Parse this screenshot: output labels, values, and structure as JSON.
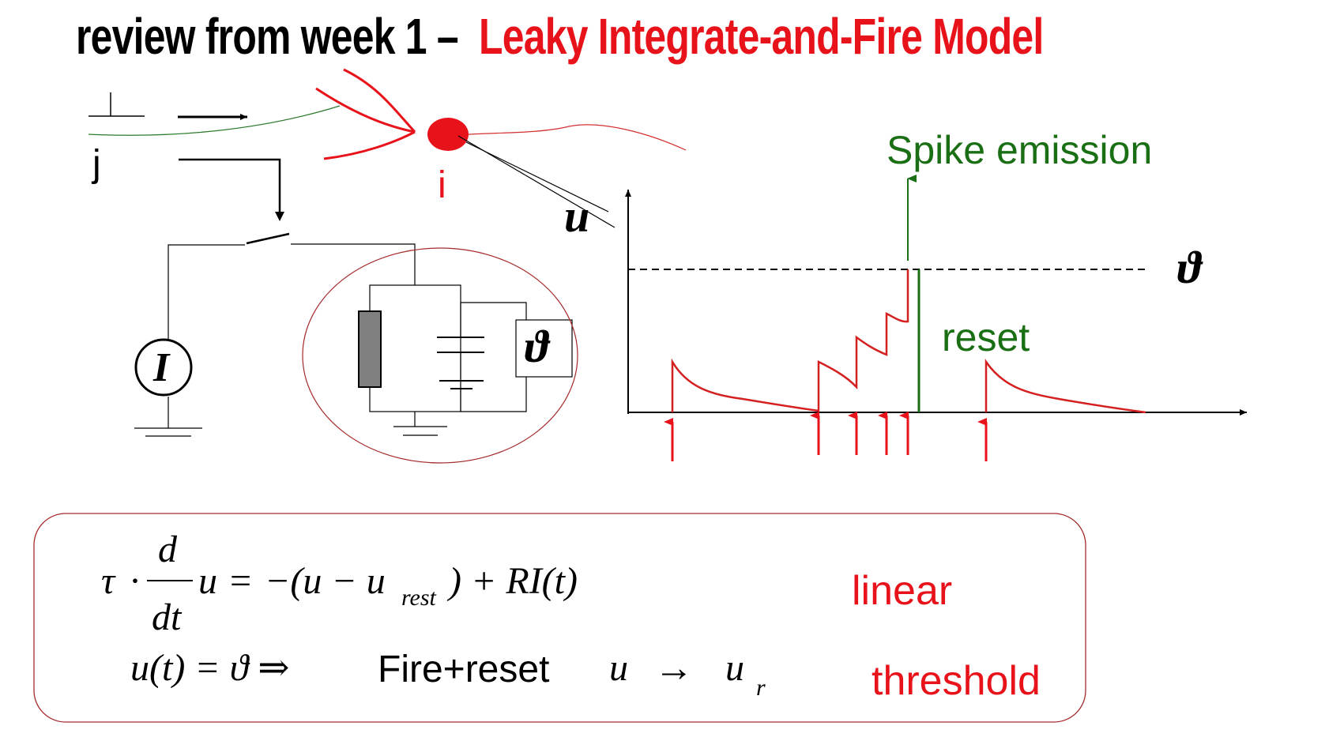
{
  "title": {
    "part1": "review from week 1 –",
    "part2": "Leaky Integrate-and-Fire Model"
  },
  "labels": {
    "presynaptic": "j",
    "postsynaptic": "i",
    "voltage": "u",
    "current_source": "I",
    "threshold_box": "ϑ",
    "threshold_axis": "ϑ",
    "spike_emission": "Spike emission",
    "reset": "reset"
  },
  "equations": {
    "eq1": {
      "tau": "τ",
      "dot": "·",
      "num": "d",
      "den": "dt",
      "lhs_u": "u",
      "eq_sign": "=",
      "rhs_open": "−(u − u",
      "rest_sub": "rest",
      "rhs_close": ") + RI(t)"
    },
    "eq2": {
      "lhs": "u(t) = ϑ ⇒",
      "text": "Fire+reset",
      "u": "u",
      "arrow": "→",
      "ur": "u",
      "r_sub": "r"
    },
    "annotation_linear": "linear",
    "annotation_threshold": "threshold"
  },
  "colors": {
    "red": "#e8121a",
    "green": "#1a6e14",
    "dark_red_outline": "#a52a2a",
    "black": "#000000"
  }
}
